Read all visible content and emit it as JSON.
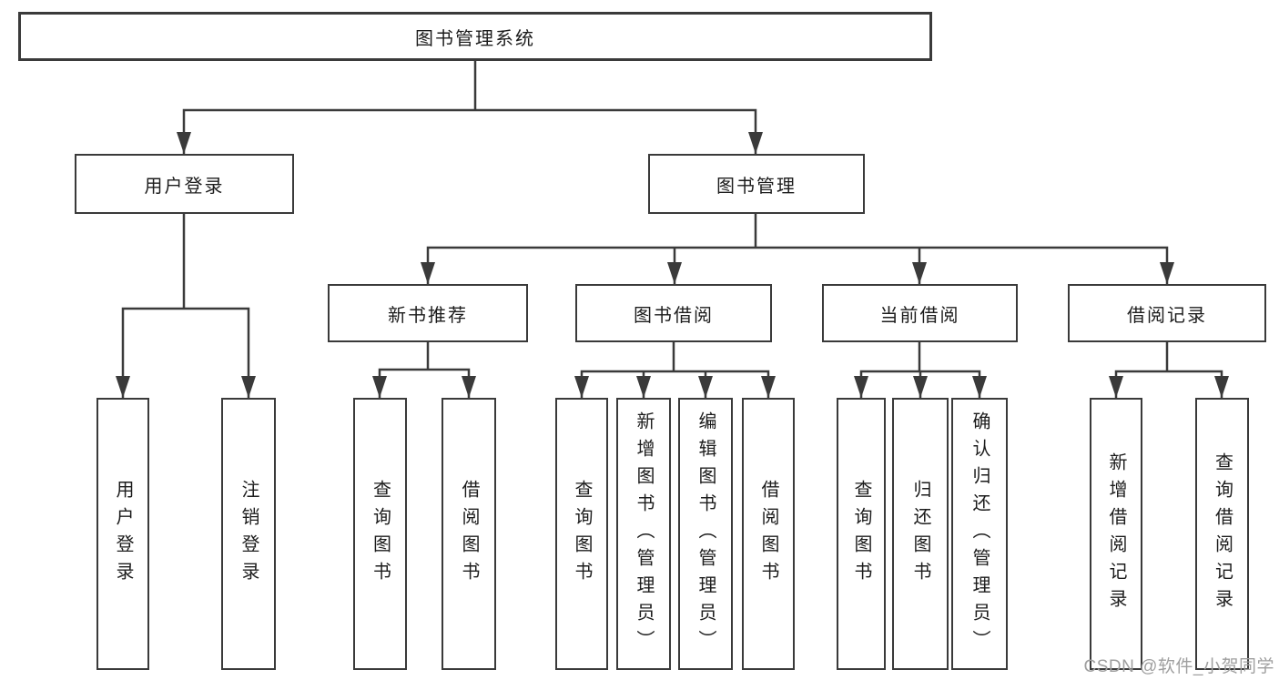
{
  "diagram": {
    "title_hint": "library management system feature tree",
    "root": {
      "label": "图书管理系统"
    },
    "branches": [
      {
        "label": "用户登录",
        "children": [
          {
            "label": "用户登录"
          },
          {
            "label": "注销登录"
          }
        ]
      },
      {
        "label": "图书管理",
        "children": [
          {
            "label": "新书推荐",
            "children": [
              {
                "label": "查询图书"
              },
              {
                "label": "借阅图书"
              }
            ]
          },
          {
            "label": "图书借阅",
            "children": [
              {
                "label": "查询图书"
              },
              {
                "label": "新增图书（管理员）"
              },
              {
                "label": "编辑图书（管理员）"
              },
              {
                "label": "借阅图书"
              }
            ]
          },
          {
            "label": "当前借阅",
            "children": [
              {
                "label": "查询图书"
              },
              {
                "label": "归还图书"
              },
              {
                "label": "确认归还（管理员）"
              }
            ]
          },
          {
            "label": "借阅记录",
            "children": [
              {
                "label": "新增借阅记录"
              },
              {
                "label": "查询借阅记录"
              }
            ]
          }
        ]
      }
    ],
    "watermark": "CSDN @软件_小贺同学",
    "colors": {
      "line": "#3a3a3a",
      "text": "#1c1c1c",
      "background": "#ffffff",
      "watermark": "#9f9f9f"
    }
  }
}
